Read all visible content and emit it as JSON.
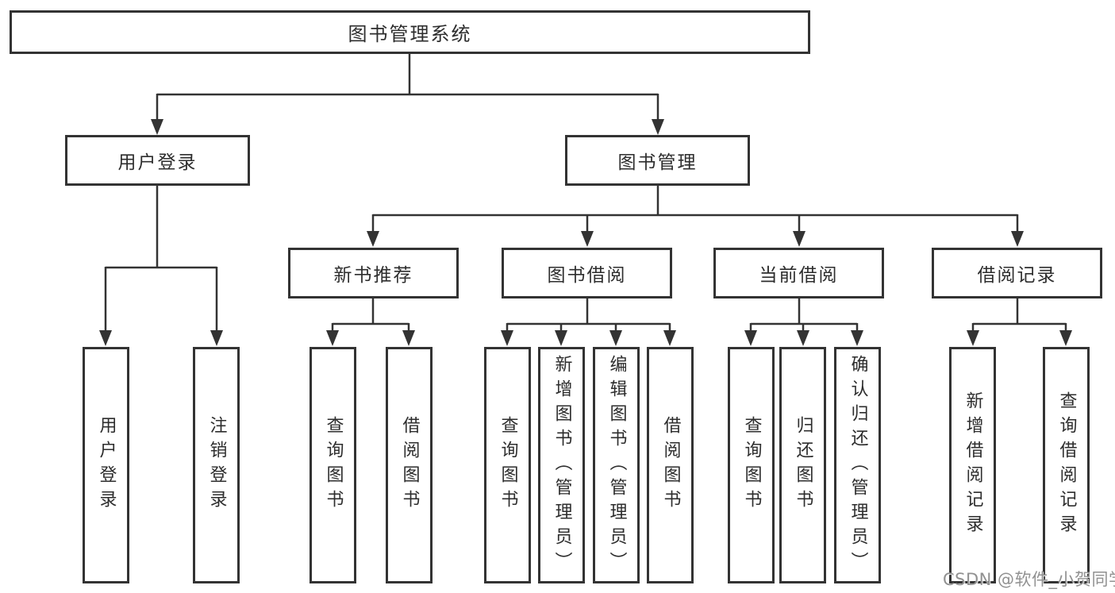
{
  "colors": {
    "line": "#333333",
    "box_border": "#333333",
    "box_fill": "#ffffff",
    "text": "#2d2d2d",
    "watermark": "#919191",
    "background": "#ffffff"
  },
  "diagram": {
    "nodes": {
      "root": "图书管理系统",
      "user_login": "用户登录",
      "book_mgmt": "图书管理",
      "new_books": "新书推荐",
      "book_borrow": "图书借阅",
      "current_borrow": "当前借阅",
      "borrow_records": "借阅记录",
      "ul_login": "用户登录",
      "ul_logout": "注销登录",
      "nb_query": "查询图书",
      "nb_borrow": "借阅图书",
      "bb_query": "查询图书",
      "bb_add": "新增图书（管理员）",
      "bb_edit": "编辑图书（管理员）",
      "bb_borrow": "借阅图书",
      "cb_query": "查询图书",
      "cb_return": "归还图书",
      "cb_confirm": "确认归还（管理员）",
      "br_add": "新增借阅记录",
      "br_query": "查询借阅记录"
    }
  },
  "watermark": "CSDN @软件_小贺同学"
}
